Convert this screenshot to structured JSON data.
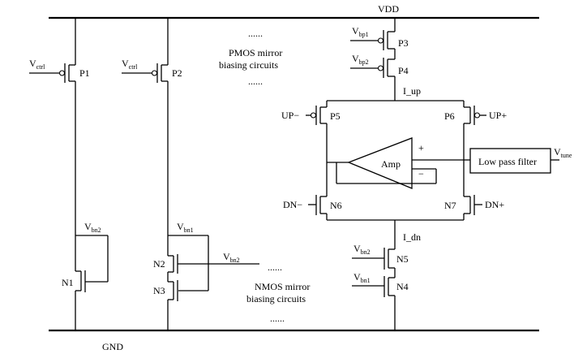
{
  "rails": {
    "vdd": "VDD",
    "gnd": "GND"
  },
  "left_branch_1": {
    "gate_label": "V",
    "gate_sub": "ctrl",
    "pmos": "P1",
    "nmos": "N1",
    "bias_label": "V",
    "bias_sub": "bn2"
  },
  "left_branch_2": {
    "gate_label": "V",
    "gate_sub": "ctrl",
    "pmos": "P2",
    "nmos_top": "N2",
    "nmos_bottom": "N3",
    "bias_label": "V",
    "bias_sub": "bn1",
    "bias2_label": "V",
    "bias2_sub": "bn2"
  },
  "pmos_mirror": {
    "dots_top": "......",
    "line1": "PMOS mirror",
    "line2": "biasing circuits",
    "dots_bottom": "......"
  },
  "nmos_mirror": {
    "dots_top": "......",
    "line1": "NMOS mirror",
    "line2": "biasing circuits",
    "dots_bottom": "......"
  },
  "top_source": {
    "p3": "P3",
    "p3_gate": "V",
    "p3_sub": "bp1",
    "p4": "P4",
    "p4_gate": "V",
    "p4_sub": "bp2",
    "current": "I_up"
  },
  "switches": {
    "p5": "P5",
    "p5_ctrl": "UP−",
    "p6": "P6",
    "p6_ctrl": "UP+",
    "n6": "N6",
    "n6_ctrl": "DN−",
    "n7": "N7",
    "n7_ctrl": "DN+"
  },
  "amp": {
    "label": "Amp",
    "plus": "+",
    "minus": "−"
  },
  "filter": {
    "label": "Low pass filter",
    "out": "V",
    "out_sub": "tune"
  },
  "bottom_sink": {
    "current": "I_dn",
    "n5": "N5",
    "n5_gate": "V",
    "n5_sub": "bn2",
    "n4": "N4",
    "n4_gate": "V",
    "n4_sub": "bn1"
  }
}
